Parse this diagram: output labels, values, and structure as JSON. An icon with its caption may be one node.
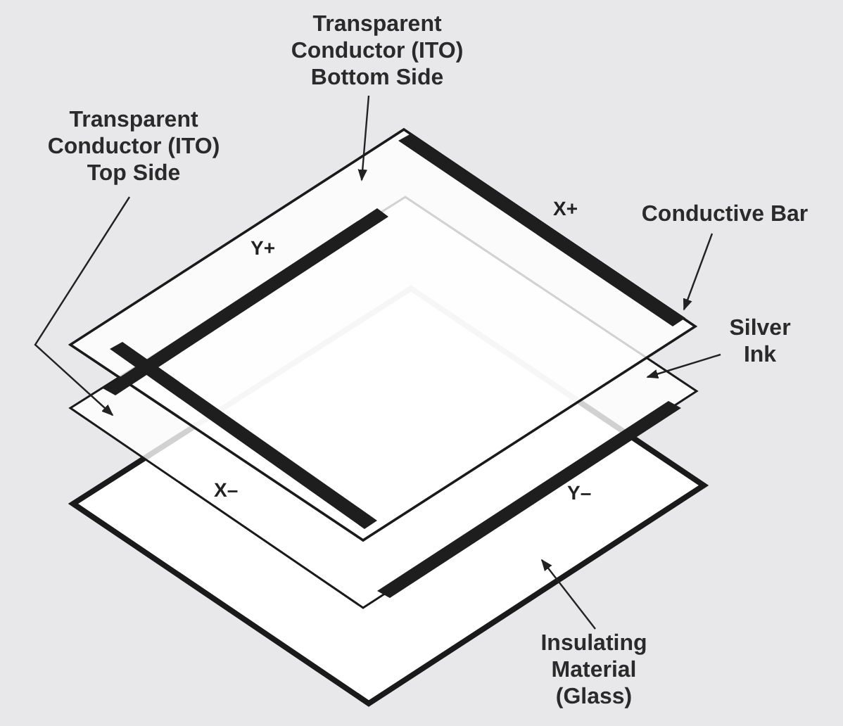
{
  "diagram": {
    "nodes": [
      {
        "text": [
          "Transparent Conductor (ITO) Bottom Side"
        ]
      },
      {
        "text": [
          "Transparent Conductor (ITO) Top Side"
        ]
      },
      {
        "text": [
          "Conductive Bar"
        ]
      },
      {
        "text": [
          "Silver Ink"
        ]
      },
      {
        "text": [
          "Insulating Material (Glass)"
        ]
      },
      {
        "text": [],
        "shape": "diamond"
      },
      {
        "text": [],
        "shape": "diamond"
      },
      {
        "text": [],
        "shape": "diamond"
      },
      {
        "text": [],
        "shape": "bar",
        "in": 5
      }
    ],
    "edges": [
      {
        "from": 0,
        "to": 5,
        "arrow": "to"
      },
      {
        "from": 1,
        "to": 6,
        "arrow": "to"
      },
      {
        "from": 2,
        "to": 8,
        "arrow": "to"
      },
      {
        "from": 3,
        "to": 6,
        "arrow": "to"
      },
      {
        "from": 4,
        "to": 7,
        "arrow": "to"
      }
    ],
    "labels": [
      "X+",
      "Y+",
      "X–",
      "Y–"
    ]
  }
}
